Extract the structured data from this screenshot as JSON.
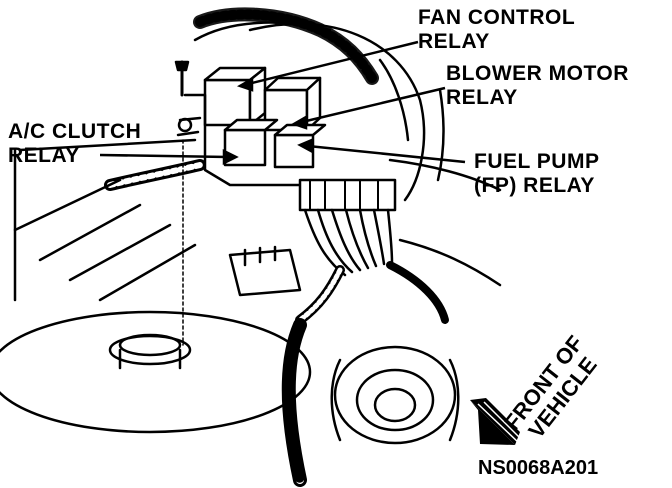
{
  "labels": {
    "fan_control_line1": "FAN CONTROL",
    "fan_control_line2": "RELAY",
    "blower_motor_line1": "BLOWER MOTOR",
    "blower_motor_line2": "RELAY",
    "ac_clutch_line1": "A/C CLUTCH",
    "ac_clutch_line2": "RELAY",
    "fuel_pump_line1": "FUEL PUMP",
    "fuel_pump_line2": "(FP) RELAY",
    "front_line1": "FRONT OF",
    "front_line2": "VEHICLE",
    "figure_code": "NS0068A201"
  }
}
